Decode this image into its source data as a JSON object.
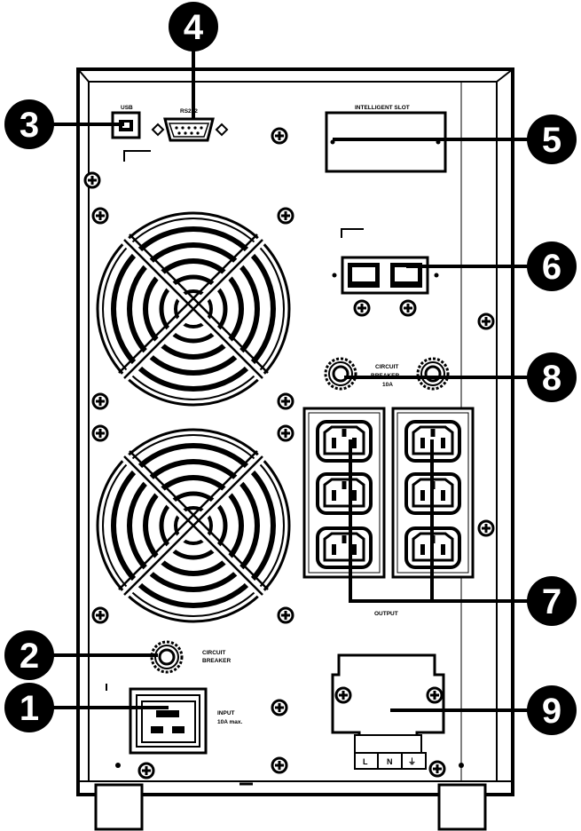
{
  "labels": {
    "usb": "USB",
    "rs232": "RS232",
    "intelligent_slot": "INTELLIGENT SLOT",
    "circuit_breaker_top_line1": "CIRCUIT",
    "circuit_breaker_top_line2": "BREAKER",
    "circuit_breaker_top_line3": "10A",
    "circuit_breaker_line1": "CIRCUIT",
    "circuit_breaker_line2": "BREAKER",
    "output": "OUTPUT",
    "input_line1": "INPUT",
    "input_line2": "10A max.",
    "terminal_l": "L",
    "terminal_n": "N",
    "terminal_ground": "⏚"
  },
  "callouts": [
    "1",
    "2",
    "3",
    "4",
    "5",
    "6",
    "7",
    "8",
    "9"
  ],
  "colors": {
    "ink": "#000000",
    "paper": "#ffffff"
  }
}
